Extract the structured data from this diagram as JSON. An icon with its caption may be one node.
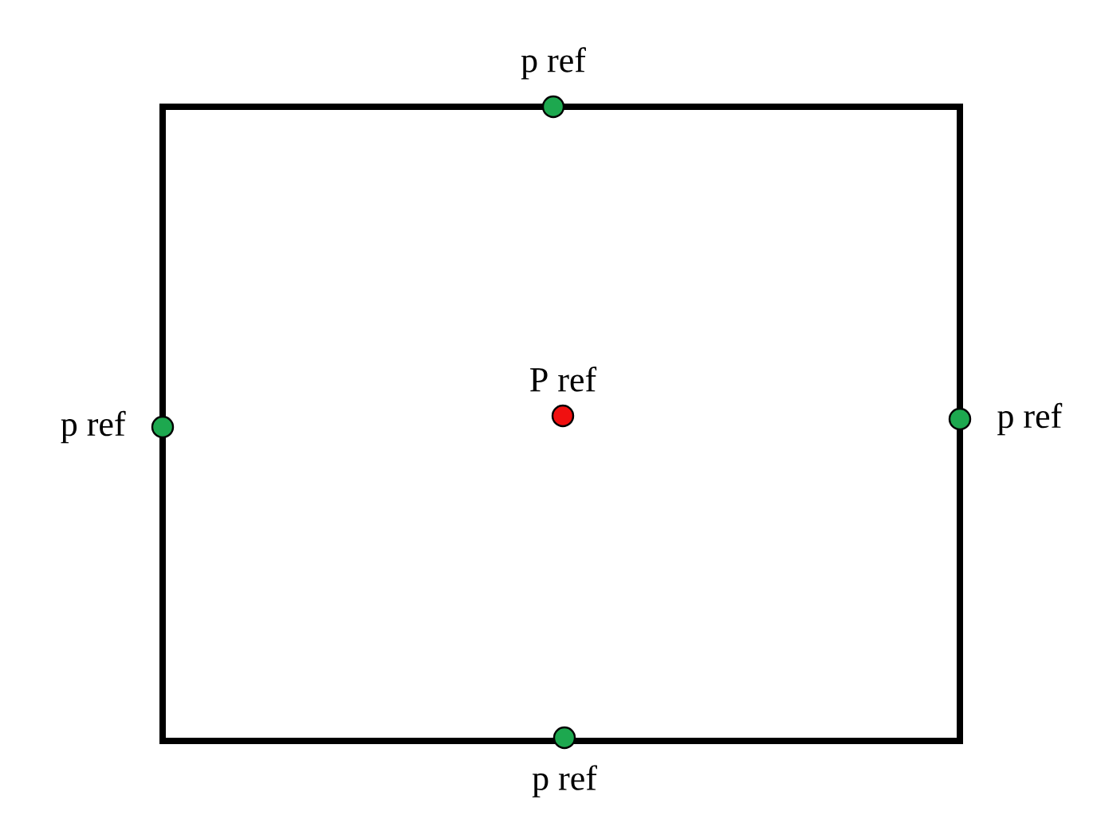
{
  "diagram": {
    "nodes": [
      {
        "text": [],
        "shape": "box"
      },
      {
        "text": [],
        "shape": "circle",
        "beside": [
          "p ref"
        ]
      },
      {
        "text": [],
        "shape": "circle",
        "beside": [
          "p ref"
        ]
      },
      {
        "text": [],
        "shape": "circle",
        "beside": [
          "P ref"
        ],
        "in": 0
      },
      {
        "text": [],
        "shape": "circle",
        "beside": [
          "p ref"
        ]
      },
      {
        "text": [],
        "shape": "circle",
        "beside": [
          "p ref"
        ]
      }
    ]
  }
}
